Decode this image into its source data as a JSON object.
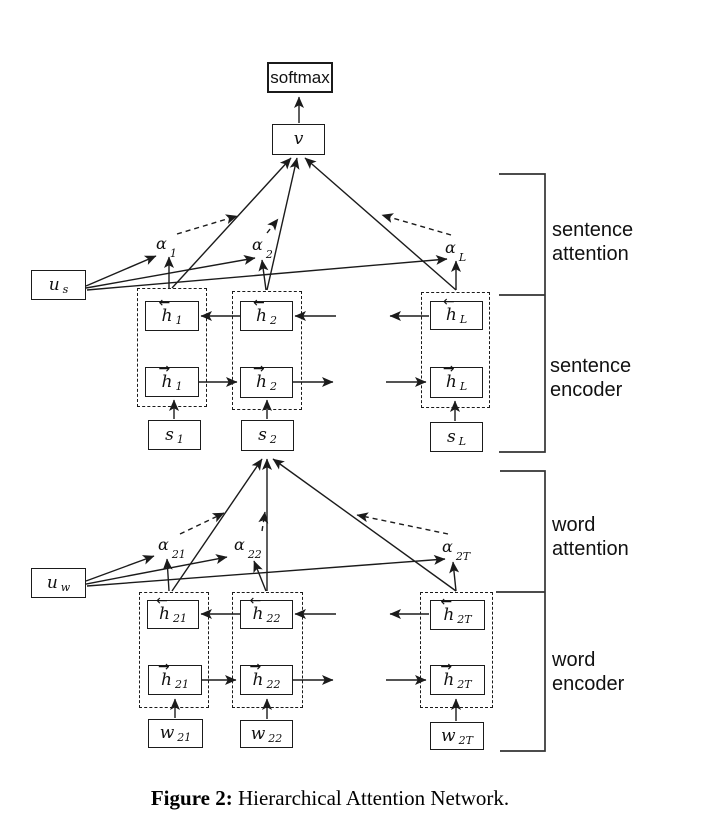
{
  "caption": {
    "prefix": "Figure 2:",
    "text": "Hierarchical Attention Network."
  },
  "sections": {
    "sentence_attention": {
      "line1": "sentence",
      "line2": "attention"
    },
    "sentence_encoder": {
      "line1": "sentence",
      "line2": "encoder"
    },
    "word_attention": {
      "line1": "word",
      "line2": "attention"
    },
    "word_encoder": {
      "line1": "word",
      "line2": "encoder"
    }
  },
  "nodes": {
    "softmax": {
      "label": "softmax"
    },
    "v": {
      "base": "v"
    },
    "u_s": {
      "base": "u",
      "sub": "s"
    },
    "u_w": {
      "base": "u",
      "sub": "w"
    },
    "s1": {
      "base": "s",
      "sub": "1"
    },
    "s2": {
      "base": "s",
      "sub": "2"
    },
    "sL": {
      "base": "s",
      "sub": "L"
    },
    "w21": {
      "base": "w",
      "sub": "21"
    },
    "w22": {
      "base": "w",
      "sub": "22"
    },
    "w2T": {
      "base": "w",
      "sub": "2T"
    },
    "h_back_1": {
      "over": "←",
      "base": "h",
      "sub": "1"
    },
    "h_fwd_1": {
      "over": "→",
      "base": "h",
      "sub": "1"
    },
    "h_back_2": {
      "over": "←",
      "base": "h",
      "sub": "2"
    },
    "h_fwd_2": {
      "over": "→",
      "base": "h",
      "sub": "2"
    },
    "h_back_L": {
      "over": "←",
      "base": "h",
      "sub": "L"
    },
    "h_fwd_L": {
      "over": "→",
      "base": "h",
      "sub": "L"
    },
    "h_back_21": {
      "over": "←",
      "base": "h",
      "sub": "21"
    },
    "h_fwd_21": {
      "over": "→",
      "base": "h",
      "sub": "21"
    },
    "h_back_22": {
      "over": "←",
      "base": "h",
      "sub": "22"
    },
    "h_fwd_22": {
      "over": "→",
      "base": "h",
      "sub": "22"
    },
    "h_back_2T": {
      "over": "←",
      "base": "h",
      "sub": "2T"
    },
    "h_fwd_2T": {
      "over": "→",
      "base": "h",
      "sub": "2T"
    }
  },
  "alphas": {
    "a1": {
      "base": "α",
      "sub": "1"
    },
    "a2": {
      "base": "α",
      "sub": "2"
    },
    "aL": {
      "base": "α",
      "sub": "L"
    },
    "a21": {
      "base": "α",
      "sub": "21"
    },
    "a22": {
      "base": "α",
      "sub": "22"
    },
    "a2T": {
      "base": "α",
      "sub": "2T"
    }
  },
  "colors": {
    "line": "#1b1b1b",
    "background": "#ffffff"
  }
}
